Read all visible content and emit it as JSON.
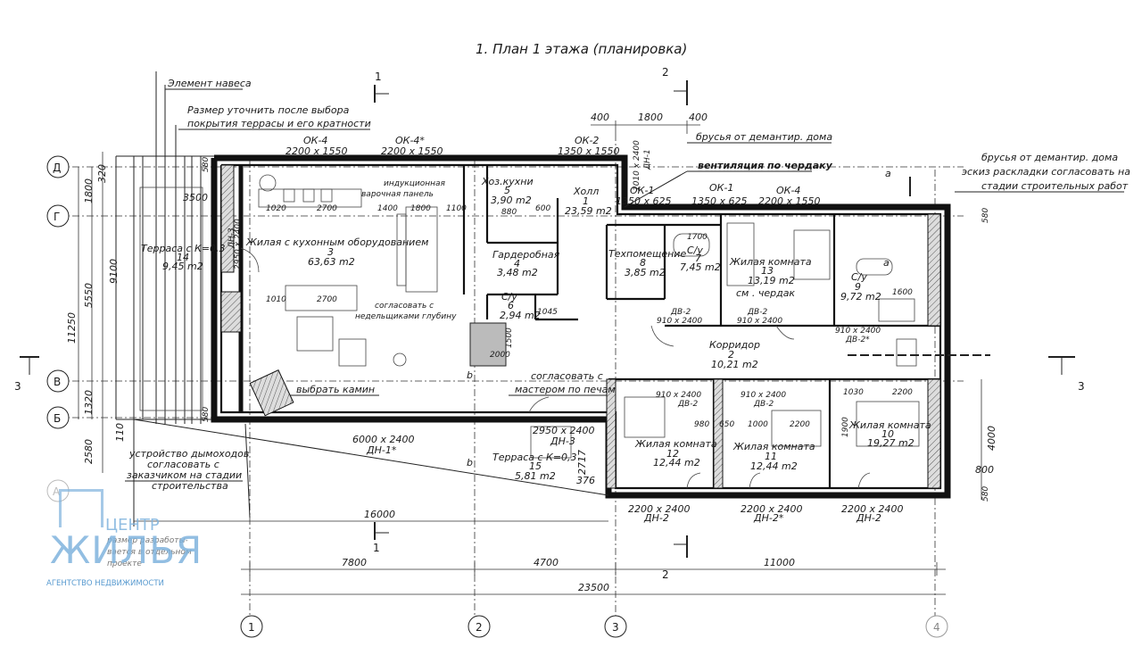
{
  "title": "1. План 1 этажа (планировка)",
  "section_marks": {
    "s1": "1",
    "s2": "2",
    "s3": "3",
    "sa": "а",
    "sb": "b"
  },
  "axes": {
    "rows": [
      "Д",
      "Г",
      "В",
      "Б",
      "А"
    ],
    "cols": [
      "1",
      "2",
      "3",
      "4"
    ]
  },
  "notes": {
    "canopy": "Элемент навеса",
    "terrace_note_1": "Размер уточнить после выбора",
    "terrace_note_2": "покрытия террасы и его кратности",
    "beams_1": "брусья от демантир. дома",
    "ventilation": "вентиляция по чердаку",
    "beams_2a": "брусья от демантир. дома",
    "beams_2b": "эскиз раскладки согласовать на",
    "beams_2c": "стадии строительных работ",
    "induction_1": "индукционная",
    "induction_2": "варочная панель",
    "agree_1": "согласовать с",
    "agree_2": "недельщиками глубину",
    "fireplace": "выбрать камин",
    "stove_1": "согласовать с",
    "stove_2": "мастером по печам",
    "chimney_1": "устройство дымоходов",
    "chimney_2": "согласовать с",
    "chimney_3": "заказчиком на стадии",
    "chimney_4": "строительства",
    "attic": "см . чердак",
    "faded_1": "размер разработы-",
    "faded_2": "вается в отдельном",
    "faded_3": "проекте"
  },
  "rooms": [
    {
      "name": "Холл",
      "num": "1",
      "area": "23,59 m2"
    },
    {
      "name": "Корридор",
      "num": "2",
      "area": "10,21 m2"
    },
    {
      "name": "Жилая с кухонным оборудованием",
      "num": "3",
      "area": "63,63 m2"
    },
    {
      "name": "Гардеробная",
      "num": "4",
      "area": "3,48 m2"
    },
    {
      "name": "Хоз.кухни",
      "num": "5",
      "area": "3,90 m2"
    },
    {
      "name": "С/у",
      "num": "6",
      "area": "2,94 m2"
    },
    {
      "name": "С/у",
      "num": "7",
      "area": "7,45 m2"
    },
    {
      "name": "Техпомещение",
      "num": "8",
      "area": "3,85 m2"
    },
    {
      "name": "С/у",
      "num": "9",
      "area": "9,72 m2"
    },
    {
      "name": "Жилая комната",
      "num": "10",
      "area": "19,27 m2"
    },
    {
      "name": "Жилая комната",
      "num": "11",
      "area": "12,44 m2"
    },
    {
      "name": "Жилая комната",
      "num": "12",
      "area": "12,44 m2"
    },
    {
      "name": "Жилая комната",
      "num": "13",
      "area": "13,19 m2"
    },
    {
      "name": "Терраса с К=0,3",
      "num": "14",
      "area": "9,45 m2"
    },
    {
      "name": "Терраса с К=0,3",
      "num": "15",
      "area": "5,81 m2"
    }
  ],
  "openings": {
    "ok4a": "ОК-4",
    "ok4a_size": "2200 х 1550",
    "ok4b": "ОК-4*",
    "ok4b_size": "2200 х 1550",
    "ok2": "ОК-2",
    "ok2_size": "1350 х 1550",
    "ok1a": "ОК-1",
    "ok1a_size": "1350 х 625",
    "ok1b": "ОК-1",
    "ok1b_size": "1350 х 625",
    "ok4c": "ОК-4",
    "ok4c_size": "2200 х 1550",
    "dn1": "ДН-1",
    "dn1_size": "1010 х 2400",
    "dn3a": "ДН-3",
    "dn3a_size": "2950 х 2400",
    "dn1b": "ДН-1*",
    "dn1b_size": "6000 х 2400",
    "dn3b": "ДН-3",
    "dn3b_size": "2950 х 2400",
    "dn2a": "ДН-2",
    "dn2a_size": "2200 х 2400",
    "dn2b": "ДН-2*",
    "dn2b_size": "2200 х 2400",
    "dn2c": "ДН-2",
    "dn2c_size": "2200 х 2400",
    "dv2a": "ДВ-2",
    "dv2a_size": "910 х 2400",
    "dv2b": "ДВ-2",
    "dv2b_size": "910 х 2400",
    "dv2c": "ДВ-2",
    "dv2c_size": "910 х 2400",
    "dv2d": "ДВ-2",
    "dv2d_size": "910 х 2400",
    "dv2e": "ДВ-2*",
    "dv2e_size": "910 х 2400"
  },
  "dims": {
    "top_400a": "400",
    "top_1800": "1800",
    "top_400b": "400",
    "left_320": "320",
    "left_1800": "1800",
    "left_5550": "5550",
    "left_9100": "9100",
    "left_11250": "11250",
    "left_1320": "1320",
    "left_2580": "2580",
    "left_110": "110",
    "left_580a": "580",
    "left_580b": "580",
    "bottom_16000": "16000",
    "bottom_7800": "7800",
    "bottom_4700": "4700",
    "bottom_11000": "11000",
    "bottom_23500": "23500",
    "right_580a": "580",
    "right_580b": "580",
    "right_4000": "4000",
    "right_800": "800",
    "k_3500": "3500",
    "k_1020": "1020",
    "k_2700a": "2700",
    "k_1400": "1400",
    "k_1800": "1800",
    "k_1100": "1100",
    "k_880": "880",
    "k_600": "600",
    "k_1010": "1010",
    "k_2700b": "2700",
    "k_1045": "1045",
    "k_2000": "2000",
    "k_1500": "1500",
    "k_1700a": "1700",
    "k_1600": "1600",
    "k_980": "980",
    "k_650": "650",
    "k_1000": "1000",
    "k_2200a": "2200",
    "k_1030": "1030",
    "k_2200b": "2200",
    "k_1900": "1900",
    "k_2717": "2717",
    "k_376": "376"
  },
  "logo": {
    "top": "ЦЕНТР",
    "big": "ЖИЛЬЯ",
    "sub": "АГЕНТСТВО НЕДВИЖИМОСТИ"
  }
}
